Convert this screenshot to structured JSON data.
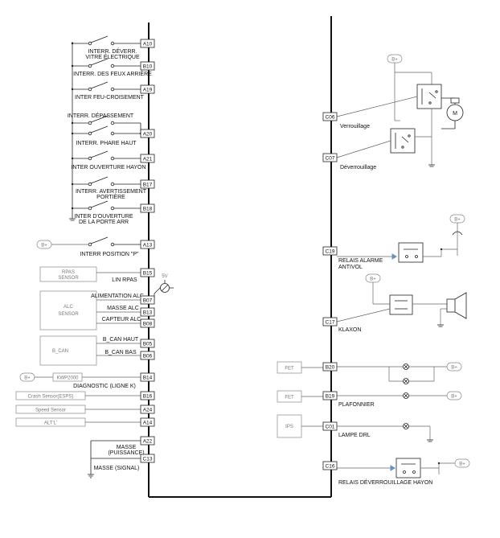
{
  "left_pins": [
    {
      "pin": "A10",
      "label": [
        "INTERR. DÉVERR.",
        "VITRE ÉLECTRIQUE"
      ]
    },
    {
      "pin": "B10",
      "label": [
        "INTERR. DES FEUX ARRIÈRE"
      ]
    },
    {
      "pin": "A19",
      "label": [
        "INTER FEU-CROISEMENT"
      ]
    },
    {
      "pin": "",
      "label": [
        "INTERR. DÉPASSEMENT"
      ]
    },
    {
      "pin": "A20",
      "label": [
        "INTERR. PHARE HAUT"
      ]
    },
    {
      "pin": "A21",
      "label": [
        "INTER OUVERTURE HAYON"
      ]
    },
    {
      "pin": "B17",
      "label": [
        "INTERR. AVERTISSEMENT",
        "PORTIÈRE"
      ]
    },
    {
      "pin": "B18",
      "label": [
        "INTER D'OUVERTURE",
        "DE LA PORTE ARR"
      ]
    },
    {
      "pin": "A13",
      "label": [
        "INTERR POSITION \"P\""
      ]
    },
    {
      "pin": "B15",
      "label": [
        "LIN RPAS"
      ]
    },
    {
      "pin": "B07",
      "label": [
        "ALIMENTATION ALC"
      ]
    },
    {
      "pin": "B13",
      "label": [
        "MASSE ALC"
      ]
    },
    {
      "pin": "B08",
      "label": [
        "CAPTEUR ALC"
      ]
    },
    {
      "pin": "B05",
      "label": [
        "B_CAN HAUT"
      ]
    },
    {
      "pin": "B06",
      "label": [
        "B_CAN BAS"
      ]
    },
    {
      "pin": "B14",
      "label": [
        "DIAGNOSTIC (LIGNE K)"
      ]
    },
    {
      "pin": "B16",
      "label": []
    },
    {
      "pin": "A24",
      "label": []
    },
    {
      "pin": "A14",
      "label": []
    },
    {
      "pin": "A22",
      "label": [
        "MASSE",
        "(PUISSANCE)"
      ]
    },
    {
      "pin": "C13",
      "label": [
        "MASSE (SIGNAL)"
      ]
    }
  ],
  "left_boxes": {
    "rpas": [
      "RPAS",
      "SENSOR"
    ],
    "alc": [
      "ALC",
      "SENSOR"
    ],
    "bcan": "B_CAN",
    "kwp": "KWP2000",
    "crash": "Crash Sensor(ESPS)",
    "speed": "Speed Sensor",
    "altl": "ALT'L'",
    "bplus": "B+",
    "fivev": "5V"
  },
  "right_pins": [
    {
      "pin": "C06",
      "label": [
        "Verrouillage"
      ]
    },
    {
      "pin": "C07",
      "label": [
        "Déverrouillage"
      ]
    },
    {
      "pin": "C19",
      "label": [
        "RELAIS ALARME",
        "ANTIVOL"
      ]
    },
    {
      "pin": "C17",
      "label": [
        "KLAXON"
      ]
    },
    {
      "pin": "B20",
      "label": []
    },
    {
      "pin": "B19",
      "label": [
        "PLAFONNIER"
      ]
    },
    {
      "pin": "C01",
      "label": [
        "LAMPE DRL"
      ]
    },
    {
      "pin": "C16",
      "label": [
        "RELAIS DÉVERROUILLAGE HAYON"
      ]
    }
  ],
  "right_boxes": {
    "fet1": "FET",
    "fet2": "FET",
    "ips": "IPS",
    "bplus": "B+",
    "motor": "M"
  }
}
